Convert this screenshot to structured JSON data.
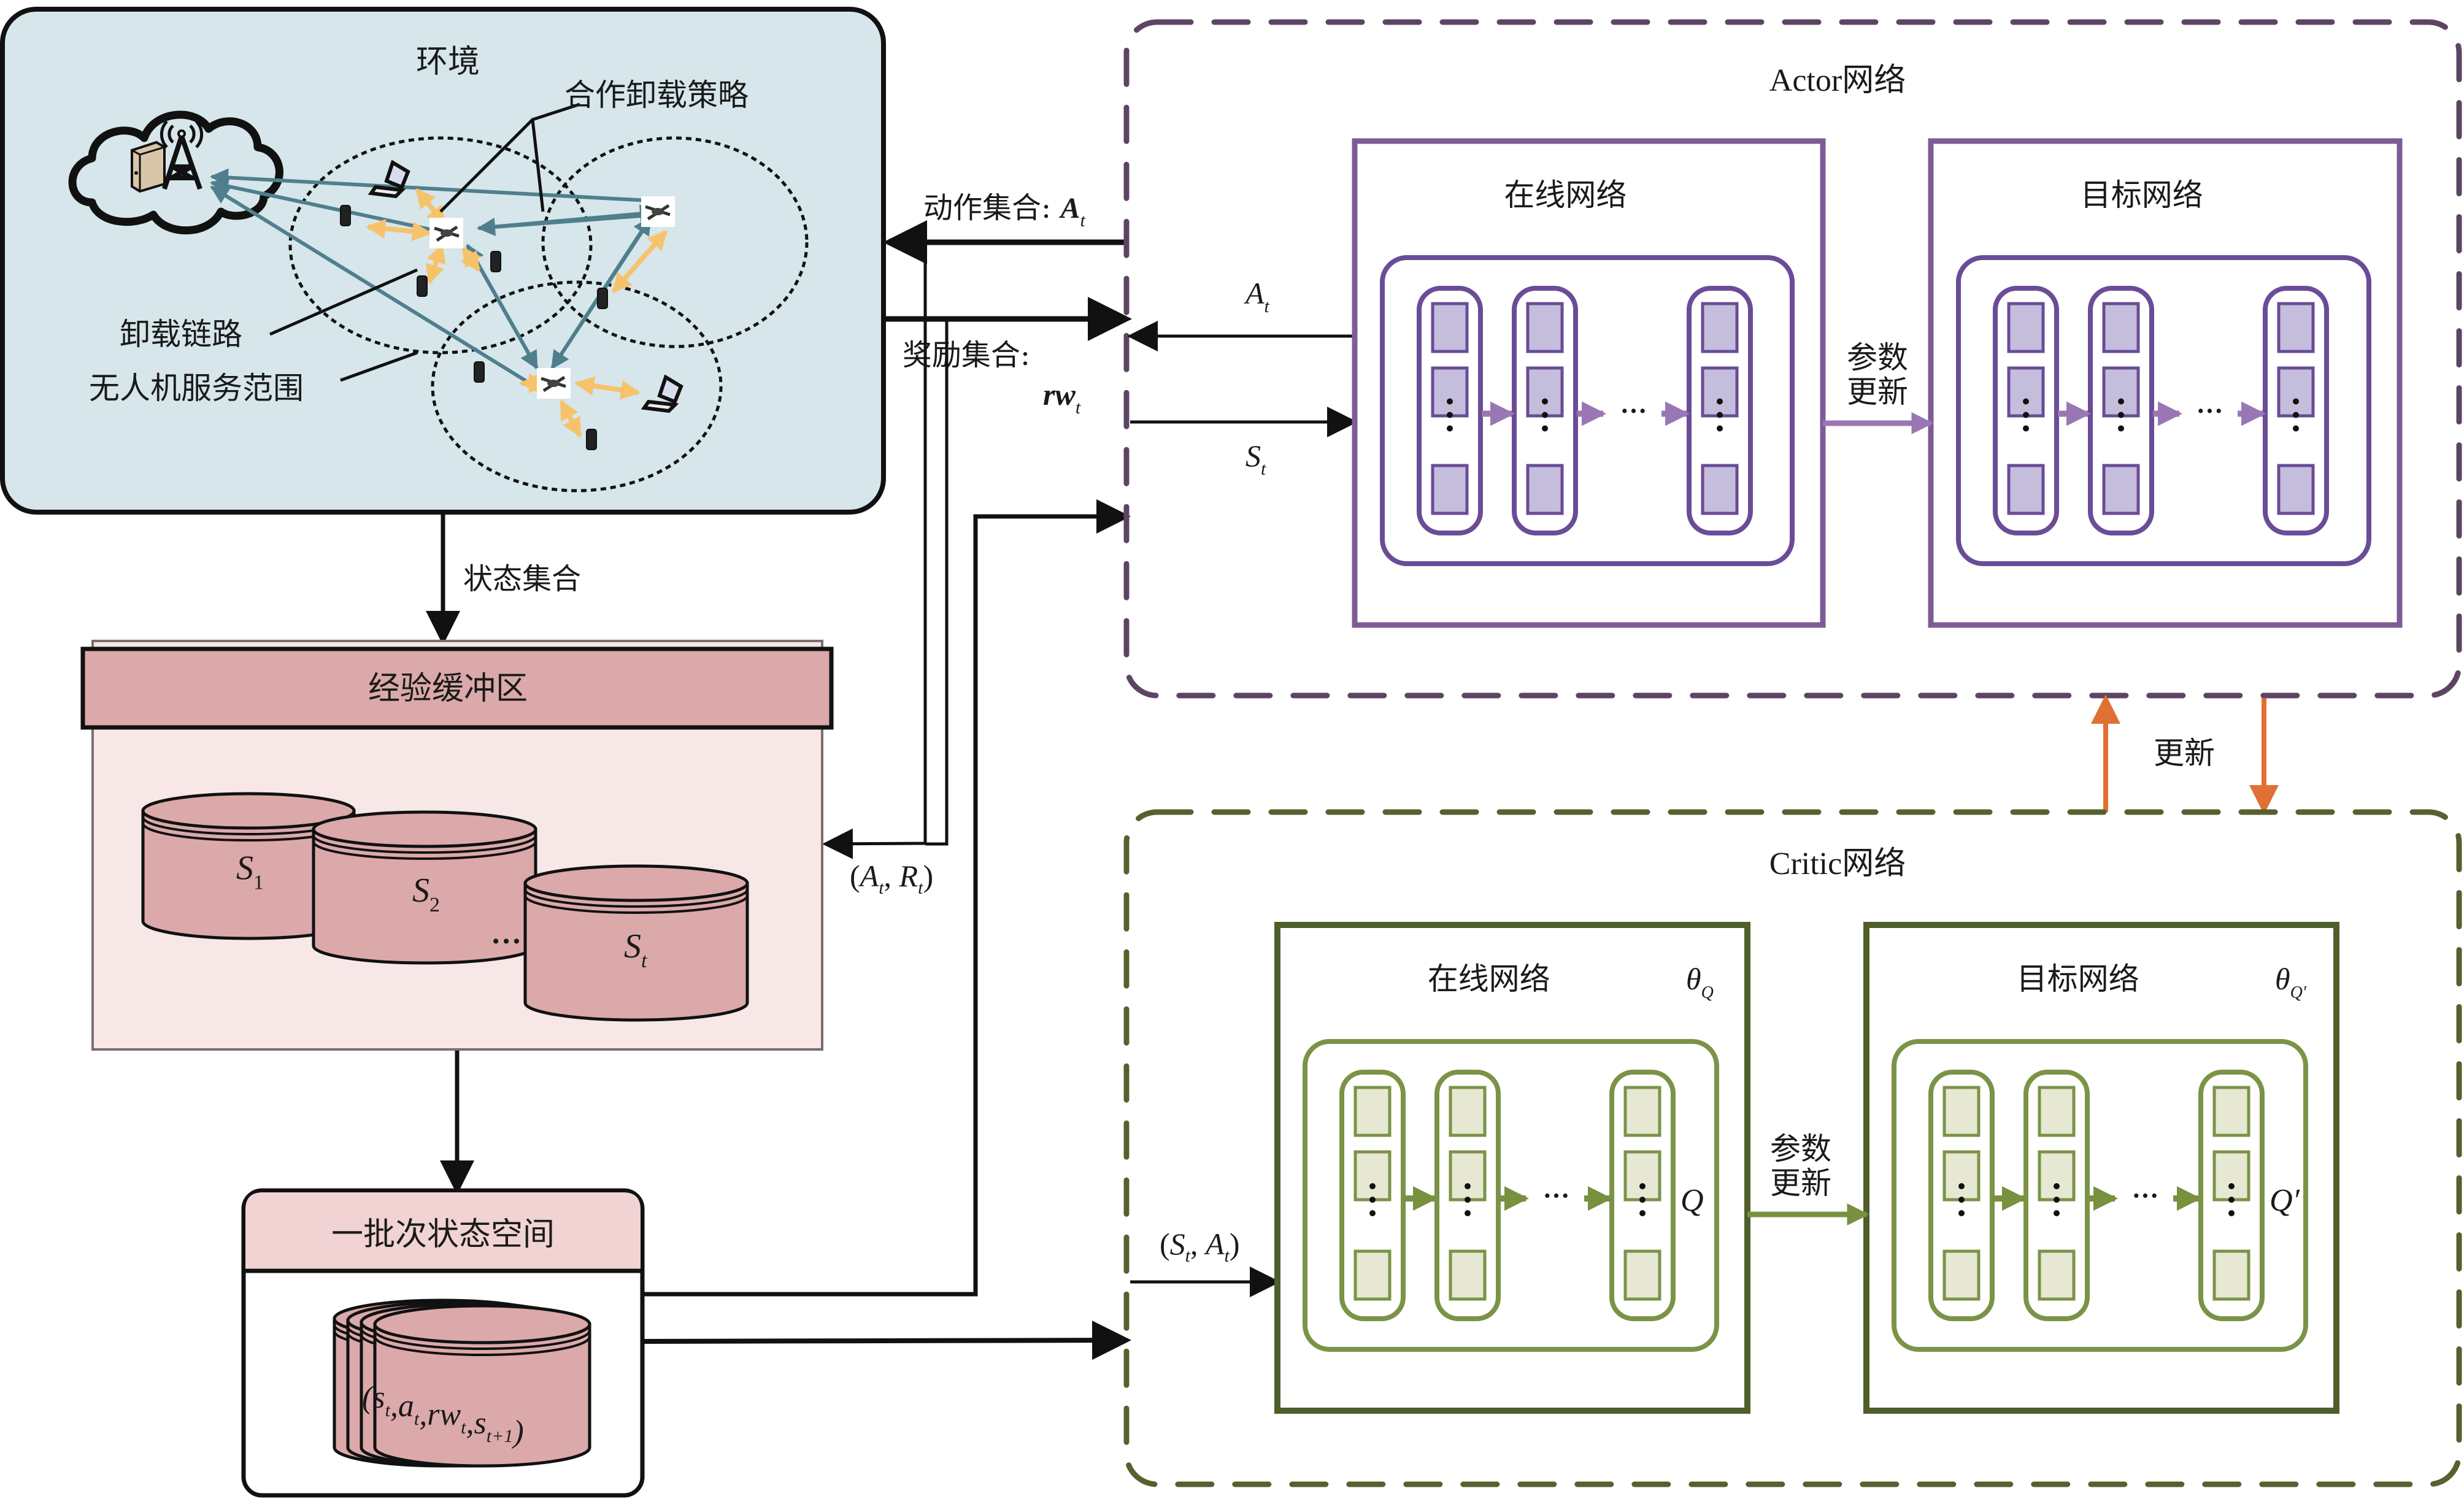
{
  "environment": {
    "title": "环境",
    "label_coop_policy": "合作卸载策略",
    "label_offload_link": "卸载链路",
    "label_uav_range": "无人机服务范围",
    "icons": [
      "cloud-icon",
      "server-icon",
      "cell-tower-icon",
      "drone-icon",
      "laptop-icon",
      "phone-icon"
    ],
    "colors": {
      "panel_bg": "#d6e6ea",
      "link": "#4f7f8c",
      "user_link": "#f6c36b"
    }
  },
  "connectors": {
    "state_set": "状态集合",
    "action_set_prefix": "动作集合: ",
    "action_set_var": "A",
    "action_set_sub": "t",
    "reward_set_prefix": "奖励集合:",
    "reward_set_var": "rw",
    "reward_set_sub": "t",
    "buffer_feedback": {
      "open": "(",
      "a": "A",
      "a_sub": "t",
      "sep": ", ",
      "r": "R",
      "r_sub": "t",
      "close": ")"
    },
    "critic_input": {
      "open": "(",
      "s": "S",
      "s_sub": "t",
      "sep": ", ",
      "a": "A",
      "a_sub": "t",
      "close": ")"
    },
    "actor_out": {
      "var": "A",
      "sub": "t"
    },
    "actor_in": {
      "var": "S",
      "sub": "t"
    },
    "update": "更新"
  },
  "buffer": {
    "title": "经验缓冲区",
    "items": [
      {
        "var": "S",
        "sub": "1"
      },
      {
        "var": "S",
        "sub": "2"
      },
      {
        "var": "S",
        "sub": "t"
      }
    ],
    "ellipsis": "…",
    "colors": {
      "header": "#dba9aa",
      "bg": "#f8e7e7",
      "cylinder": "#dba9aa"
    }
  },
  "batch": {
    "title": "一批次状态空间",
    "tuple": "(s_t, a_t, rw_t, s_t+1)",
    "tuple_parts": [
      {
        "v": "(s",
        "sub": "t"
      },
      {
        "v": ",a",
        "sub": "t"
      },
      {
        "v": ",rw",
        "sub": "t"
      },
      {
        "v": ",s",
        "sub": "t+1"
      },
      {
        "v": ")",
        "sub": ""
      }
    ],
    "colors": {
      "header": "#f1d3d3"
    }
  },
  "actor": {
    "title": "Actor网络",
    "online_title": "在线网络",
    "target_title": "目标网络",
    "param_update_line1": "参数",
    "param_update_line2": "更新",
    "ellipsis": "···",
    "colors": {
      "border": "#5c4563",
      "box": "#7c5c97",
      "node_fill": "#c5bddc",
      "node_border": "#6a4c97",
      "arrow": "#9a77b4"
    }
  },
  "critic": {
    "title": "Critic网络",
    "online_title": "在线网络",
    "target_title": "目标网络",
    "online_theta": {
      "var": "θ",
      "sub": "Q"
    },
    "target_theta": {
      "var": "θ",
      "sub": "Q′"
    },
    "online_output": "Q",
    "target_output": "Q′",
    "param_update_line1": "参数",
    "param_update_line2": "更新",
    "ellipsis": "···",
    "colors": {
      "border": "#55612f",
      "box": "#4f5e2a",
      "node_fill": "#e6e8d3",
      "node_border": "#7b9347",
      "arrow": "#77913f"
    }
  },
  "update_arrows_color": "#e07033"
}
